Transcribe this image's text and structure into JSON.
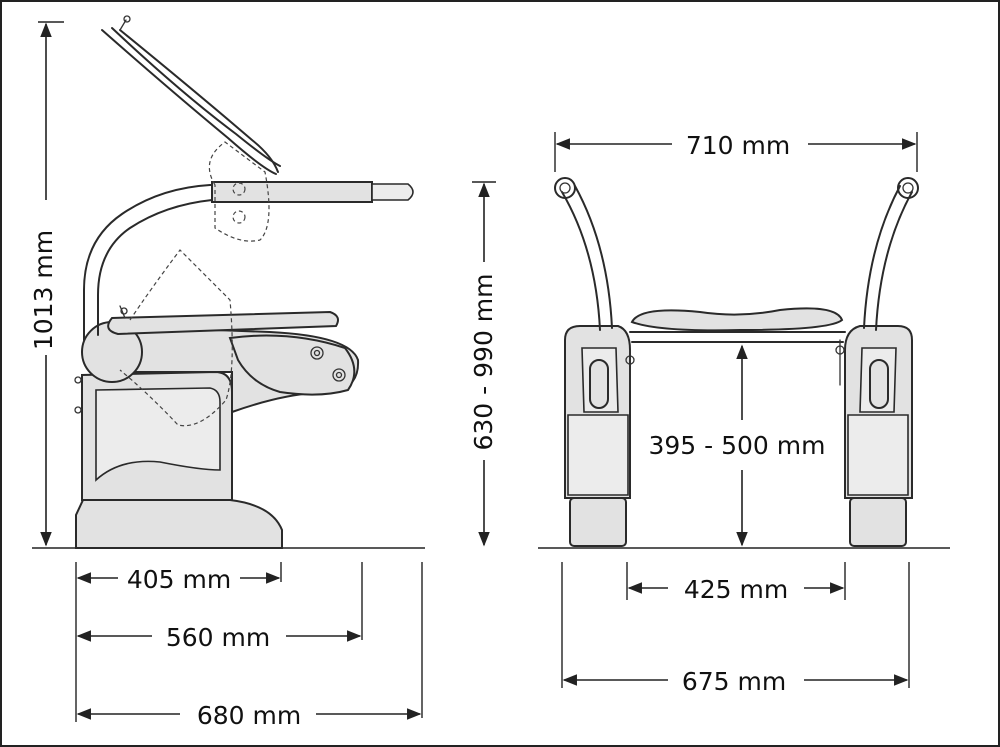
{
  "dimensions": {
    "overall_height": "1013 mm",
    "armrest_height": "630 - 990 mm",
    "depth_base": "405 mm",
    "depth_seat": "560 mm",
    "depth_total": "680 mm",
    "width_armrests": "710 mm",
    "seat_height": "395 - 500 mm",
    "width_inner": "425 mm",
    "width_base": "675 mm"
  },
  "colors": {
    "line": "#2a2a2a",
    "fill": "#e2e2e2",
    "background": "#ffffff"
  }
}
